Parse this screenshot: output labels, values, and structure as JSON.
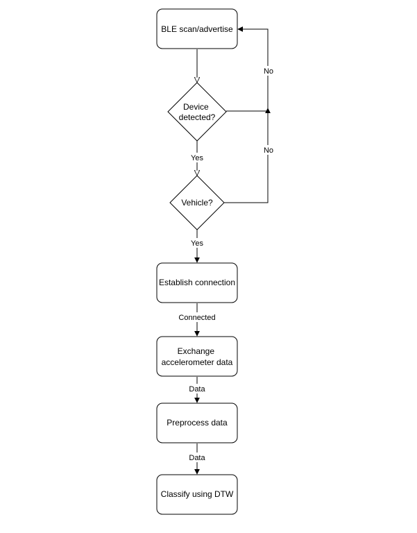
{
  "nodes": {
    "ble_scan": "BLE scan/advertise",
    "device_detected": [
      "Device",
      "detected?"
    ],
    "vehicle": "Vehicle?",
    "establish": "Establish connection",
    "exchange": [
      "Exchange",
      "accelerometer data"
    ],
    "preprocess": "Preprocess data",
    "classify": "Classify using DTW"
  },
  "edges": {
    "device_no": "No",
    "vehicle_no": "No",
    "device_yes": "Yes",
    "vehicle_yes": "Yes",
    "connected": "Connected",
    "data_1": "Data",
    "data_2": "Data"
  },
  "colors": {
    "stroke": "#000000",
    "fill": "#ffffff",
    "text": "#000000"
  }
}
